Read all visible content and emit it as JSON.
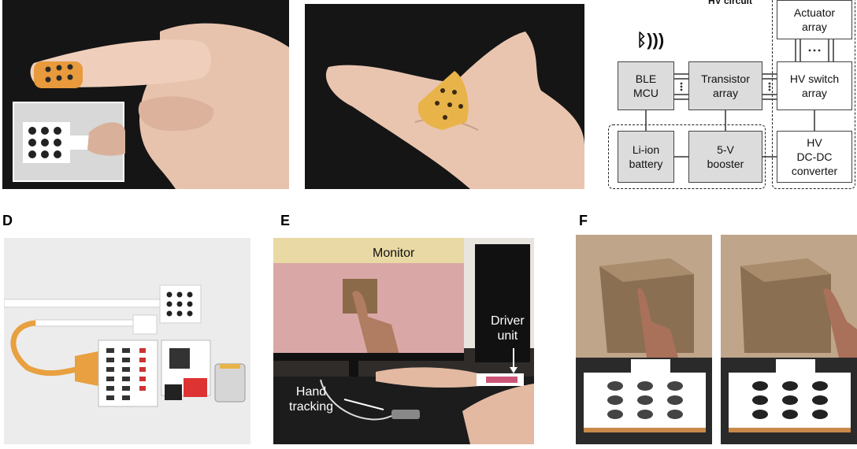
{
  "panel_labels": {
    "d": "D",
    "e": "E",
    "f": "F"
  },
  "panel_e": {
    "monitor": "Monitor",
    "driver_unit": "Driver\nunit",
    "hand_tracking": "Hand\ntracking"
  },
  "diagram": {
    "hv_circuit_label": "HV circuit",
    "blocks": {
      "ble_mcu": "BLE\nMCU",
      "transistor_array": "Transistor\narray",
      "hv_switch_array": "HV switch\narray",
      "actuator_array": "Actuator\narray",
      "li_ion_battery": "Li-ion\nbattery",
      "booster": "5-V\nbooster",
      "hv_dcdc": "HV\nDC-DC\nconverter"
    }
  },
  "colors": {
    "photo_dark": "#141414",
    "actuator_orange": "#e89a3c",
    "block_fill": "#dcdcdc"
  }
}
